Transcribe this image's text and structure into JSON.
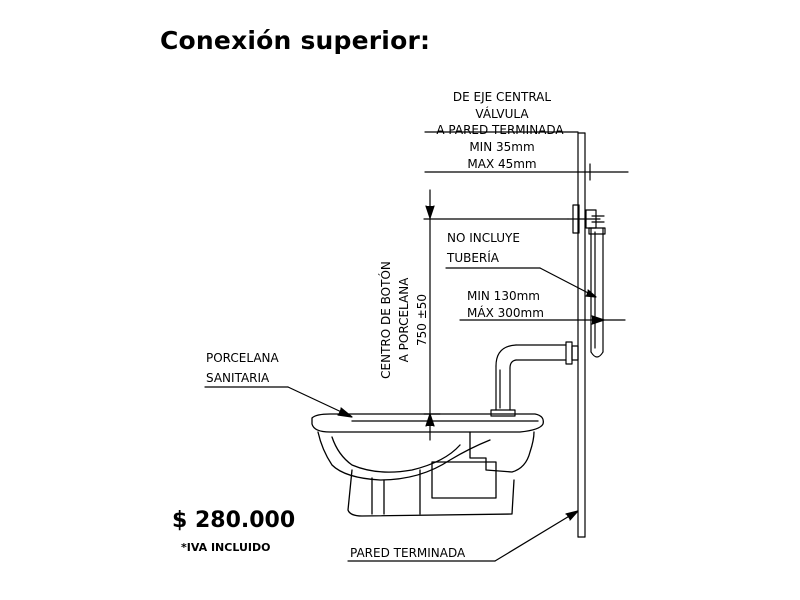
{
  "title": "Conexión superior:",
  "price": "$ 280.000",
  "price_note": "*IVA INCLUIDO",
  "labels": {
    "valve_axis": [
      "DE EJE CENTRAL",
      "VÁLVULA",
      "A PARED TERMINADA",
      "MIN 35mm",
      "MAX 45mm"
    ],
    "no_pipe": [
      "NO INCLUYE",
      "TUBERÍA"
    ],
    "pipe_range": [
      "MIN 130mm",
      "MÁX 300mm"
    ],
    "porcelain": [
      "PORCELANA",
      "SANITARIA"
    ],
    "button_height": [
      "CENTRO DE BOTÓN",
      "A PORCELANA",
      "750 ±50"
    ],
    "finished_wall": "PARED TERMINADA"
  }
}
